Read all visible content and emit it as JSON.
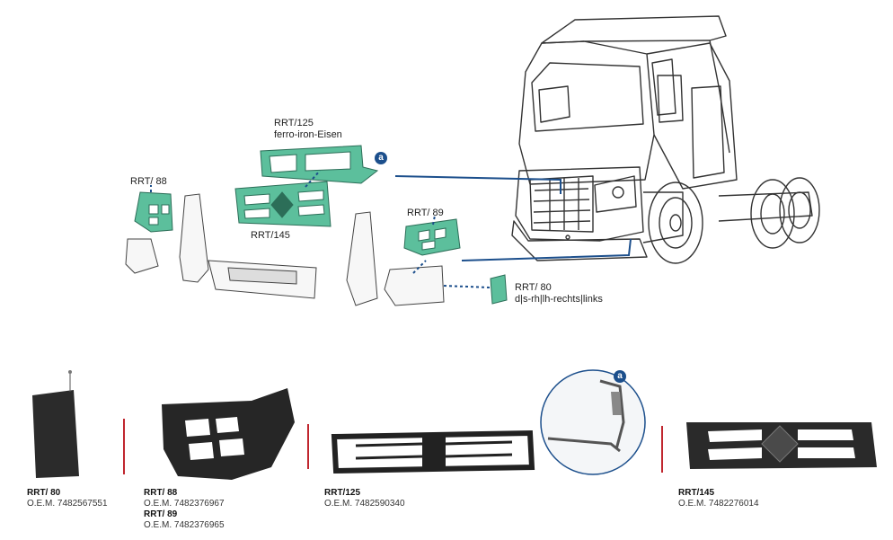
{
  "diagram": {
    "labels": {
      "rrt125_code": "RRT/125",
      "rrt125_material": "ferro-iron-Eisen",
      "rrt88_code": "RRT/ 88",
      "rrt145_code": "RRT/145",
      "rrt89_code": "RRT/ 89",
      "rrt80_code": "RRT/ 80",
      "rrt80_side": "d|s-rh|lh-rechts|links"
    },
    "marker": "a"
  },
  "catalog": {
    "items": [
      {
        "code": "RRT/ 80",
        "oem": "O.E.M. 7482567551"
      },
      {
        "code": "RRT/ 88",
        "oem": "O.E.M. 7482376967"
      },
      {
        "code": "RRT/ 89",
        "oem": "O.E.M. 7482376965"
      },
      {
        "code": "RRT/125",
        "oem": "O.E.M. 7482590340"
      },
      {
        "code": "RRT/145",
        "oem": "O.E.M. 7482276014"
      }
    ],
    "detail_marker": "a"
  },
  "colors": {
    "part_green": "#5cbf9c",
    "leader_blue": "#1c4f8c",
    "separator_red": "#c0262e",
    "product_dark": "#2b2b2b"
  }
}
